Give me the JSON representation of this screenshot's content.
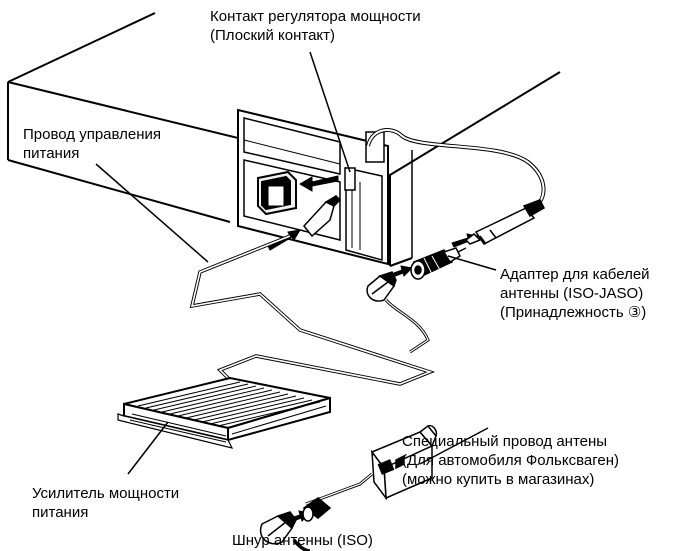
{
  "labels": {
    "power_contact": [
      "Контакт регулятора мощности",
      "(Плоский контакт)"
    ],
    "power_wire": [
      "Провод управления",
      "питания"
    ],
    "adapter": [
      "Адаптер для кабелей",
      "антенны (ISO-JASO)",
      "(Принадлежность ③)"
    ],
    "special_wire": [
      "Специальный провод антены",
      "(Для автомобиля Фольксваген)",
      "(можно купить в магазинах)"
    ],
    "amplifier": [
      "Усилитель мощности",
      "питания"
    ],
    "antenna_cord": [
      "Шнур антенны (ISO)"
    ]
  }
}
